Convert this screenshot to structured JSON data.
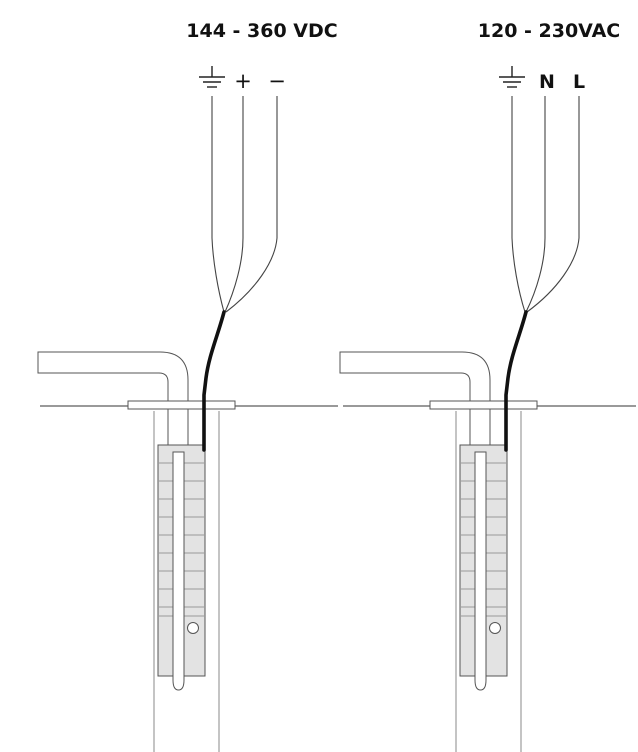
{
  "installations": [
    {
      "supply_label": "144 - 360 VDC",
      "terminals": [
        {
          "name": "ground",
          "label": ""
        },
        {
          "name": "plus",
          "label": "+"
        },
        {
          "name": "minus",
          "label": "−"
        }
      ]
    },
    {
      "supply_label": "120 - 230VAC",
      "terminals": [
        {
          "name": "ground",
          "label": ""
        },
        {
          "name": "neutral",
          "label": "N"
        },
        {
          "name": "live",
          "label": "L"
        }
      ]
    }
  ]
}
